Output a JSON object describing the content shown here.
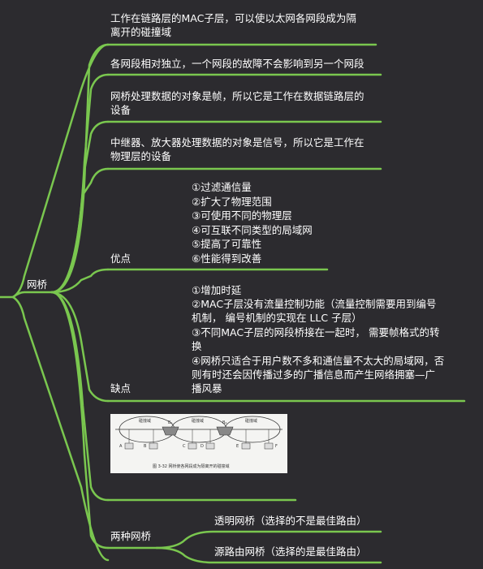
{
  "root": "网桥",
  "branches": [
    {
      "lines": [
        "工作在链路层的MAC子层，可以使以太网各网段成为隔",
        "离开的碰撞域"
      ]
    },
    {
      "lines": [
        "各网段相对独立，一个网段的故障不会影响到另一个网段"
      ]
    },
    {
      "lines": [
        "网桥处理数据的对象是帧，所以它是工作在数据链路层的",
        "设备"
      ]
    },
    {
      "lines": [
        "中继器、放大器处理数据的对象是信号，所以它是工作在",
        "物理层的设备"
      ]
    }
  ],
  "advantages": {
    "label": "优点",
    "items": [
      "①过滤通信量",
      "②扩大了物理范围",
      "③可使用不同的物理层",
      "④可互联不同类型的局域网",
      "⑤提高了可靠性",
      "⑥性能得到改善"
    ]
  },
  "disadvantages": {
    "label": "缺点",
    "items": [
      [
        "①增加时延"
      ],
      [
        "②MAC子层没有流量控制功能（流量控制需要用到编号",
        "机制， 编号机制的实现在 LLC 子层）"
      ],
      [
        "③不同MAC子层的网段桥接在一起时， 需要帧格式的转",
        "换"
      ],
      [
        "④网桥只适合于用户数不多和通信量不太大的局域网，否",
        "则有时还会因传播过多的广播信息而产生网络拥塞—广",
        "播风暴"
      ]
    ]
  },
  "figure": {
    "segments": [
      "碰撞域",
      "碰撞域",
      "碰撞域"
    ],
    "bridges": [
      "B₁",
      "B₂"
    ],
    "hosts": [
      "A",
      "B",
      "C",
      "D",
      "E",
      "F"
    ],
    "caption": "图 3-32  网桥使各网段成为隔离开的碰撞域"
  },
  "two_bridges": {
    "label": "两种网桥",
    "items": [
      "透明网桥（选择的不是最佳路由）",
      "源路由网桥（选择的是最佳路由）"
    ]
  },
  "colors": {
    "line": "#7ac74f",
    "background": "#2c2b2f",
    "text": "#ffffff"
  }
}
